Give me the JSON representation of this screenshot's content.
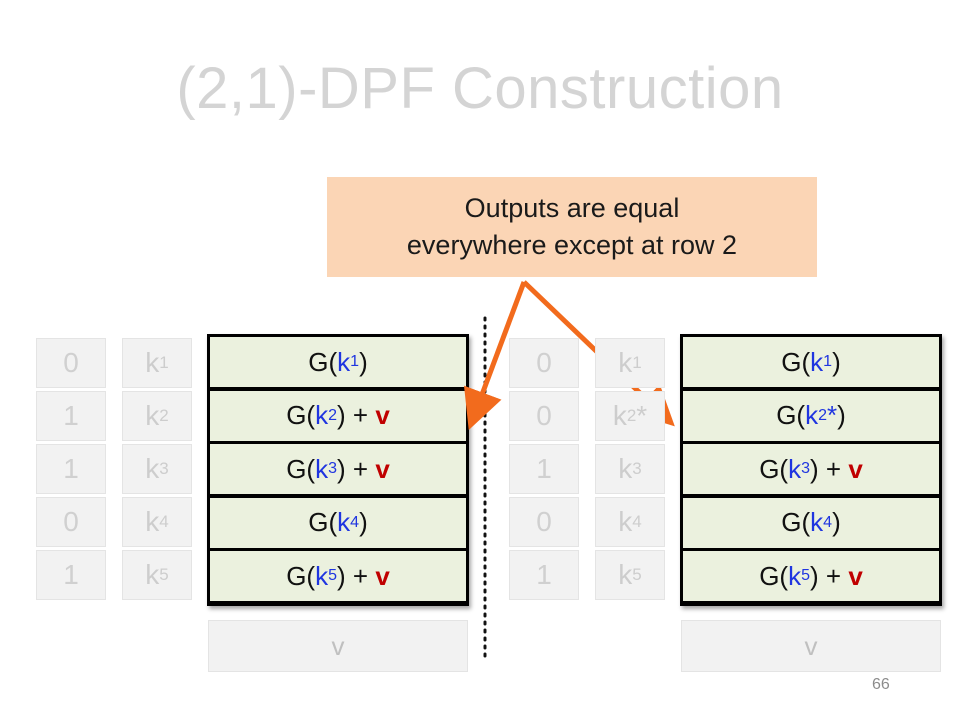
{
  "title": "(2,1)-DPF Construction",
  "callout": {
    "line1": "Outputs are equal",
    "line2": "everywhere except at row 2"
  },
  "left": {
    "bits": [
      "0",
      "1",
      "1",
      "0",
      "1"
    ],
    "keys": [
      {
        "base": "k",
        "sub": "1",
        "suffix": ""
      },
      {
        "base": "k",
        "sub": "2",
        "suffix": ""
      },
      {
        "base": "k",
        "sub": "3",
        "suffix": ""
      },
      {
        "base": "k",
        "sub": "4",
        "suffix": ""
      },
      {
        "base": "k",
        "sub": "5",
        "suffix": ""
      }
    ],
    "outputs": [
      {
        "prefix": "G(",
        "key": "k",
        "sub": "1",
        "star": "",
        "close": ")",
        "plus": "",
        "v": ""
      },
      {
        "prefix": "G(",
        "key": "k",
        "sub": "2",
        "star": "",
        "close": ")",
        "plus": " + ",
        "v": "v"
      },
      {
        "prefix": "G(",
        "key": "k",
        "sub": "3",
        "star": "",
        "close": ")",
        "plus": " + ",
        "v": "v"
      },
      {
        "prefix": "G(",
        "key": "k",
        "sub": "4",
        "star": "",
        "close": ")",
        "plus": "",
        "v": ""
      },
      {
        "prefix": "G(",
        "key": "k",
        "sub": "5",
        "star": "",
        "close": ")",
        "plus": " + ",
        "v": "v"
      }
    ],
    "v_label": "v"
  },
  "right": {
    "bits": [
      "0",
      "0",
      "1",
      "0",
      "1"
    ],
    "keys": [
      {
        "base": "k",
        "sub": "1",
        "suffix": ""
      },
      {
        "base": "k",
        "sub": "2",
        "suffix": "*"
      },
      {
        "base": "k",
        "sub": "3",
        "suffix": ""
      },
      {
        "base": "k",
        "sub": "4",
        "suffix": ""
      },
      {
        "base": "k",
        "sub": "5",
        "suffix": ""
      }
    ],
    "outputs": [
      {
        "prefix": "G(",
        "key": "k",
        "sub": "1",
        "star": "",
        "close": ")",
        "plus": "",
        "v": ""
      },
      {
        "prefix": "G(",
        "key": "k",
        "sub": "2",
        "star": "*",
        "close": ")",
        "plus": "",
        "v": ""
      },
      {
        "prefix": "G(",
        "key": "k",
        "sub": "3",
        "star": "",
        "close": ")",
        "plus": " + ",
        "v": "v"
      },
      {
        "prefix": "G(",
        "key": "k",
        "sub": "4",
        "star": "",
        "close": ")",
        "plus": "",
        "v": ""
      },
      {
        "prefix": "G(",
        "key": "k",
        "sub": "5",
        "star": "",
        "close": ")",
        "plus": " + ",
        "v": "v"
      }
    ],
    "v_label": "v"
  },
  "page_number": "66",
  "colors": {
    "callout_bg": "#fbd5b5",
    "arrow": "#f26b1d",
    "output_cell": "#ebf1de",
    "key_blue": "#1f35e0",
    "v_red": "#c00000"
  }
}
